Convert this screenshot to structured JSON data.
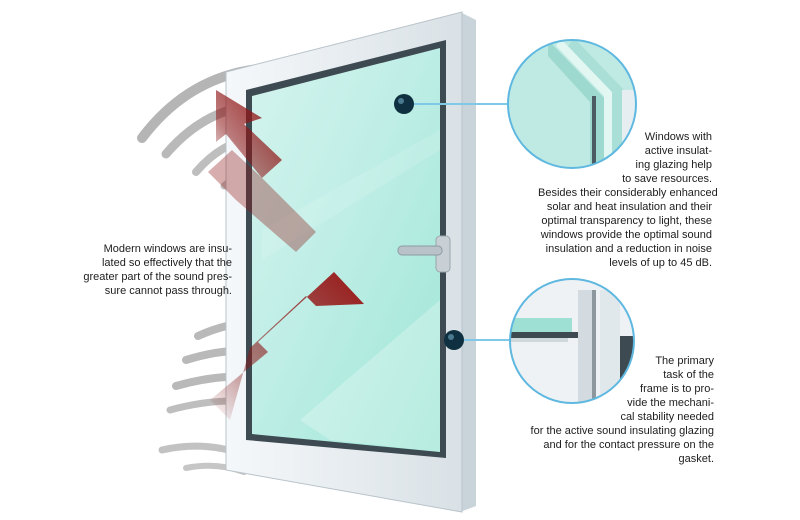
{
  "captions": {
    "sound_insulation": {
      "lines": [
        "Modern windows are insu-",
        "lated so effectively that the",
        "greater part of the sound pres-",
        "sure cannot pass through."
      ]
    },
    "glazing": {
      "lines": [
        "Windows with",
        "active insulat-",
        "ing glazing help",
        "to save resources.",
        "Besides their considerably enhanced",
        "solar and heat insulation and their",
        "optimal transparency to light, these",
        "windows provide the optimal sound",
        "insulation and a reduction in noise",
        "levels of up to 45 dB."
      ]
    },
    "frame": {
      "lines": [
        "The primary",
        "task of the",
        "frame is to pro-",
        "vide the mechani-",
        "cal stability needed",
        "for the active sound insulating glazing",
        "and for the contact pressure on the",
        "gasket."
      ]
    }
  },
  "colors": {
    "glass": "#bfeee6",
    "frame": "#e8edf1",
    "sound_arrow": "#8b1414",
    "sound_wave": "#a8a8a8",
    "marker": "#0f3040"
  },
  "icons": {
    "marker": "callout-dot-icon",
    "arrow": "sound-arrow-icon",
    "wave": "sound-wave-icon",
    "handle": "window-handle-icon"
  }
}
